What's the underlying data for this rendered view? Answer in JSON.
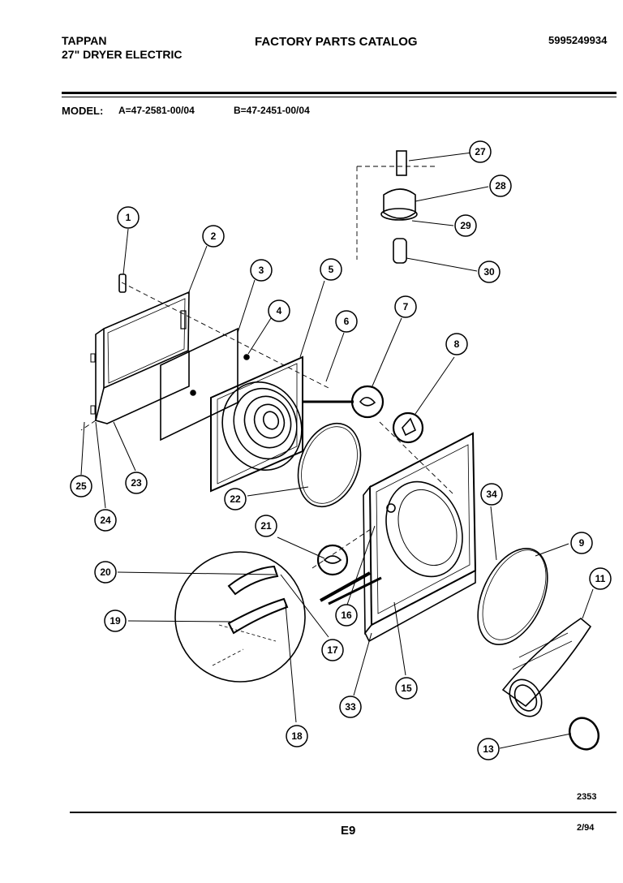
{
  "header": {
    "brand": "TAPPAN",
    "product": "27\" DRYER ELECTRIC",
    "catalog_title": "FACTORY PARTS CATALOG",
    "part_number": "5995249934"
  },
  "models": {
    "label": "MODEL:",
    "a": "A=47-2581-00/04",
    "b": "B=47-2451-00/04"
  },
  "callouts": [
    "1",
    "2",
    "3",
    "4",
    "5",
    "6",
    "7",
    "8",
    "9",
    "11",
    "13",
    "15",
    "16",
    "17",
    "18",
    "19",
    "20",
    "21",
    "22",
    "23",
    "24",
    "25",
    "27",
    "28",
    "29",
    "30",
    "33",
    "34"
  ],
  "footer": {
    "diagram_number": "2353",
    "page_code": "E9",
    "date": "2/94"
  }
}
